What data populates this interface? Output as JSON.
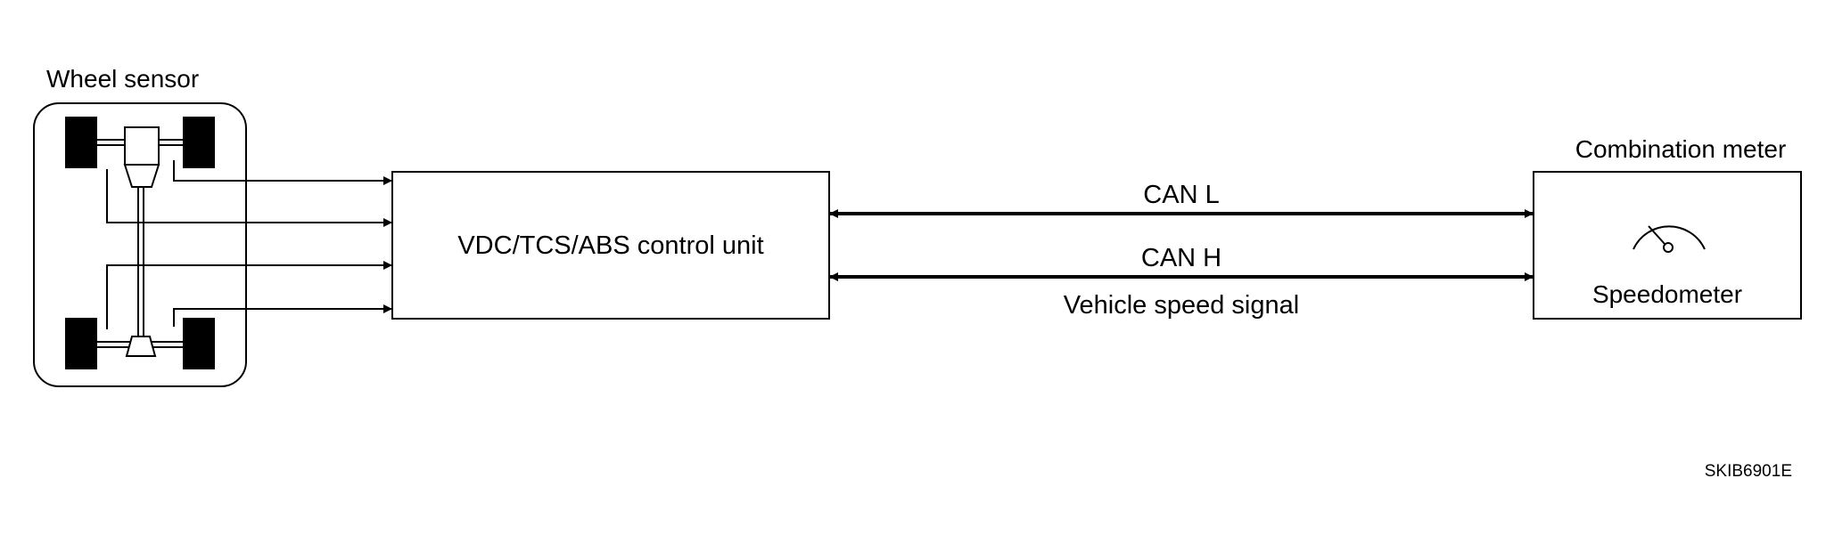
{
  "diagram": {
    "wheel_sensor_label": "Wheel sensor",
    "control_unit_label": "VDC/TCS/ABS control unit",
    "combination_meter_label": "Combination meter",
    "speedometer_label": "Speedometer",
    "can_l_label": "CAN L",
    "can_h_label": "CAN H",
    "vehicle_speed_signal_label": "Vehicle speed signal",
    "figure_code": "SKIB6901E"
  },
  "colors": {
    "line": "#000000",
    "background": "#ffffff"
  }
}
